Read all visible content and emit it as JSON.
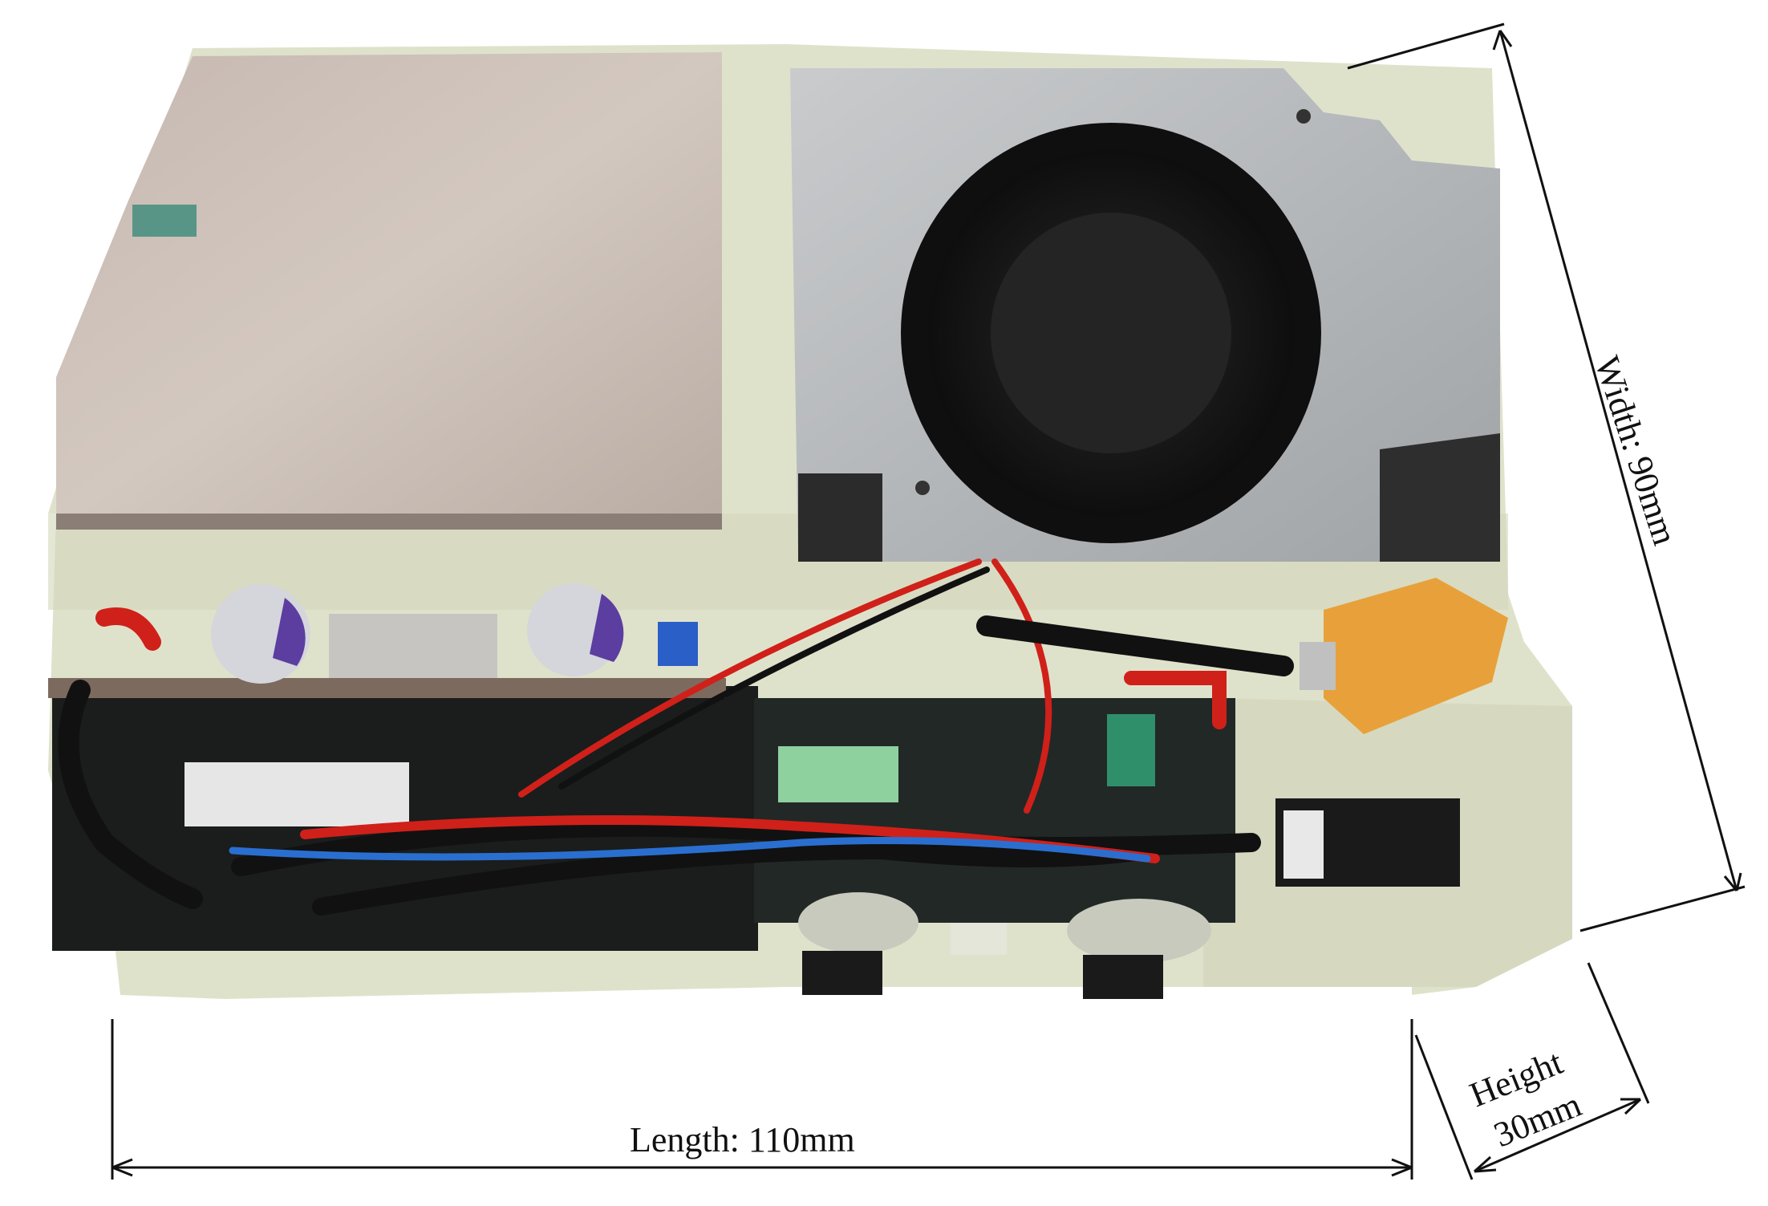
{
  "photo": {
    "subject": "device-internal-assembly",
    "colors": {
      "housing": "#d9dcc4",
      "battery_wrap": "#c9bdb4",
      "fan_plate": "#b7babd",
      "fan_rotor": "#1c1c1c",
      "pcb": "#1a1d1c",
      "wire_red": "#d0201a",
      "wire_black": "#111111",
      "wire_blue": "#2a6fd0",
      "xt_connector": "#e8a13a",
      "capacitor": "#d5d5dc",
      "terminal_green": "#8fd19e"
    }
  },
  "dimensions": {
    "width_label": "Width: 90mm",
    "length_label": "Length: 110mm",
    "height_label_line1": "Height",
    "height_label_line2": "30mm"
  }
}
